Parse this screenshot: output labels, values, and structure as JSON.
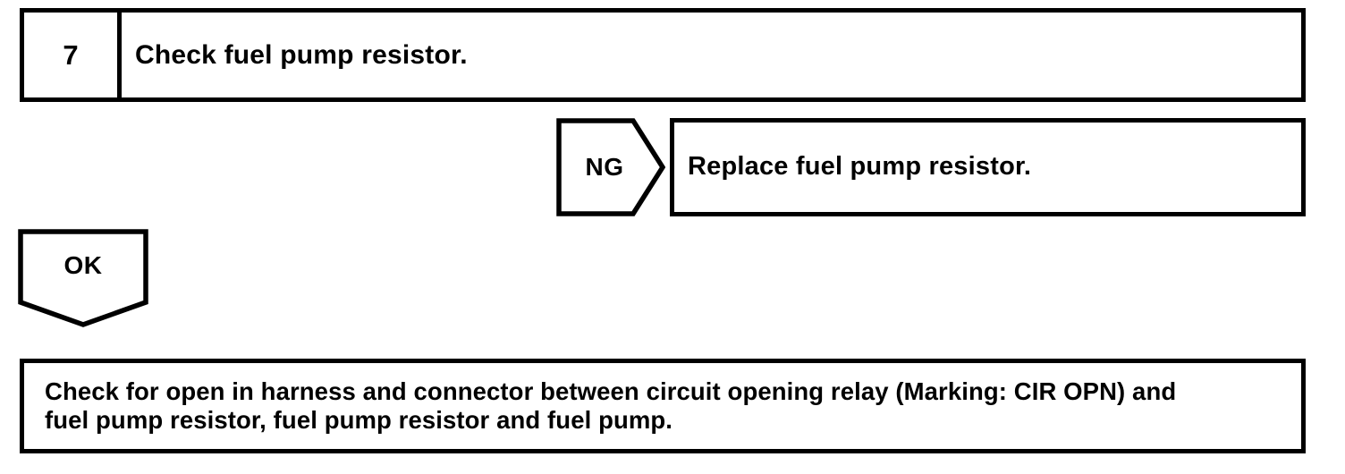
{
  "document": {
    "type": "troubleshooting-flowchart",
    "colors": {
      "ink": "#000000",
      "paper": "#ffffff"
    }
  },
  "step": {
    "number": "7",
    "instruction": "Check fuel pump resistor."
  },
  "branches": {
    "ng": {
      "label": "NG",
      "shape": "right-pointing-pentagon-arrow",
      "outcome": "Replace fuel pump resistor."
    },
    "ok": {
      "label": "OK",
      "shape": "down-pointing-pentagon-arrow"
    }
  },
  "next_step": {
    "instruction": "Check for open in harness and connector between circuit opening relay (Marking: CIR OPN) and\nfuel pump resistor, fuel pump resistor and fuel pump."
  }
}
